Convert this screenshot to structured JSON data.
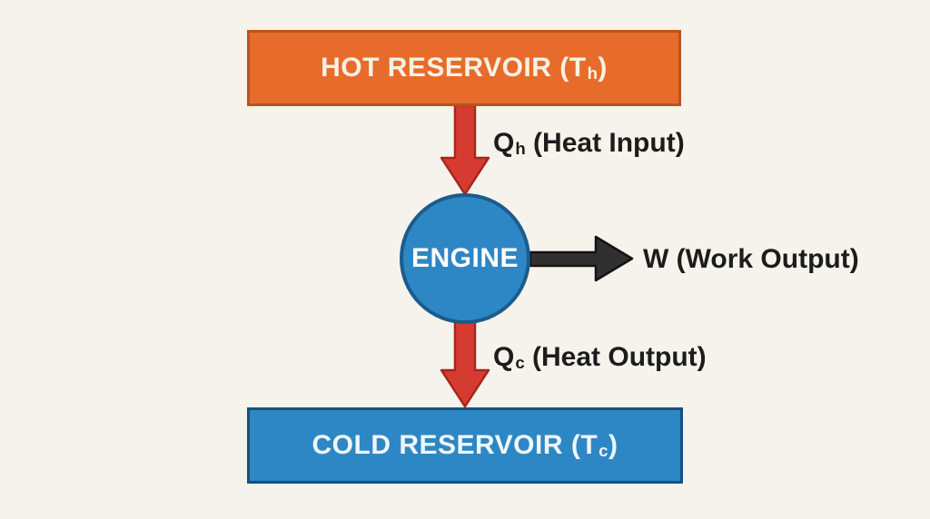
{
  "diagram_type": "heat-engine-energy-flow",
  "colors": {
    "background": "#F6F3EC",
    "hot_fill": "#E76C2B",
    "hot_border": "#B9541E",
    "hot_text": "#F8F1E3",
    "blue_fill": "#2E87C5",
    "blue_border": "#1B5C8C",
    "cold_border": "#17517D",
    "cold_text": "#EFF6FA",
    "heat_arrow": "#D63B31",
    "heat_arrow_border": "#A6251D",
    "work_arrow": "#303030",
    "work_arrow_border": "#141414",
    "label_text": "#1C1C1C"
  },
  "hot_reservoir": {
    "text_before_sub": "HOT RESERVOIR (T",
    "sub": "h",
    "text_after_sub": ")"
  },
  "cold_reservoir": {
    "text_before_sub": "COLD RESERVOIR (T",
    "sub": "c",
    "text_after_sub": ")"
  },
  "engine": {
    "label": "ENGINE"
  },
  "heat_input": {
    "symbol": "Q",
    "sub": "h",
    "label": " (Heat Input)"
  },
  "work_output": {
    "label": "W (Work Output)"
  },
  "heat_output": {
    "symbol": "Q",
    "sub": "c",
    "label": " (Heat Output)"
  },
  "icons": {
    "heat_input_arrow": "arrow-down",
    "heat_output_arrow": "arrow-down",
    "work_output_arrow": "arrow-right"
  }
}
